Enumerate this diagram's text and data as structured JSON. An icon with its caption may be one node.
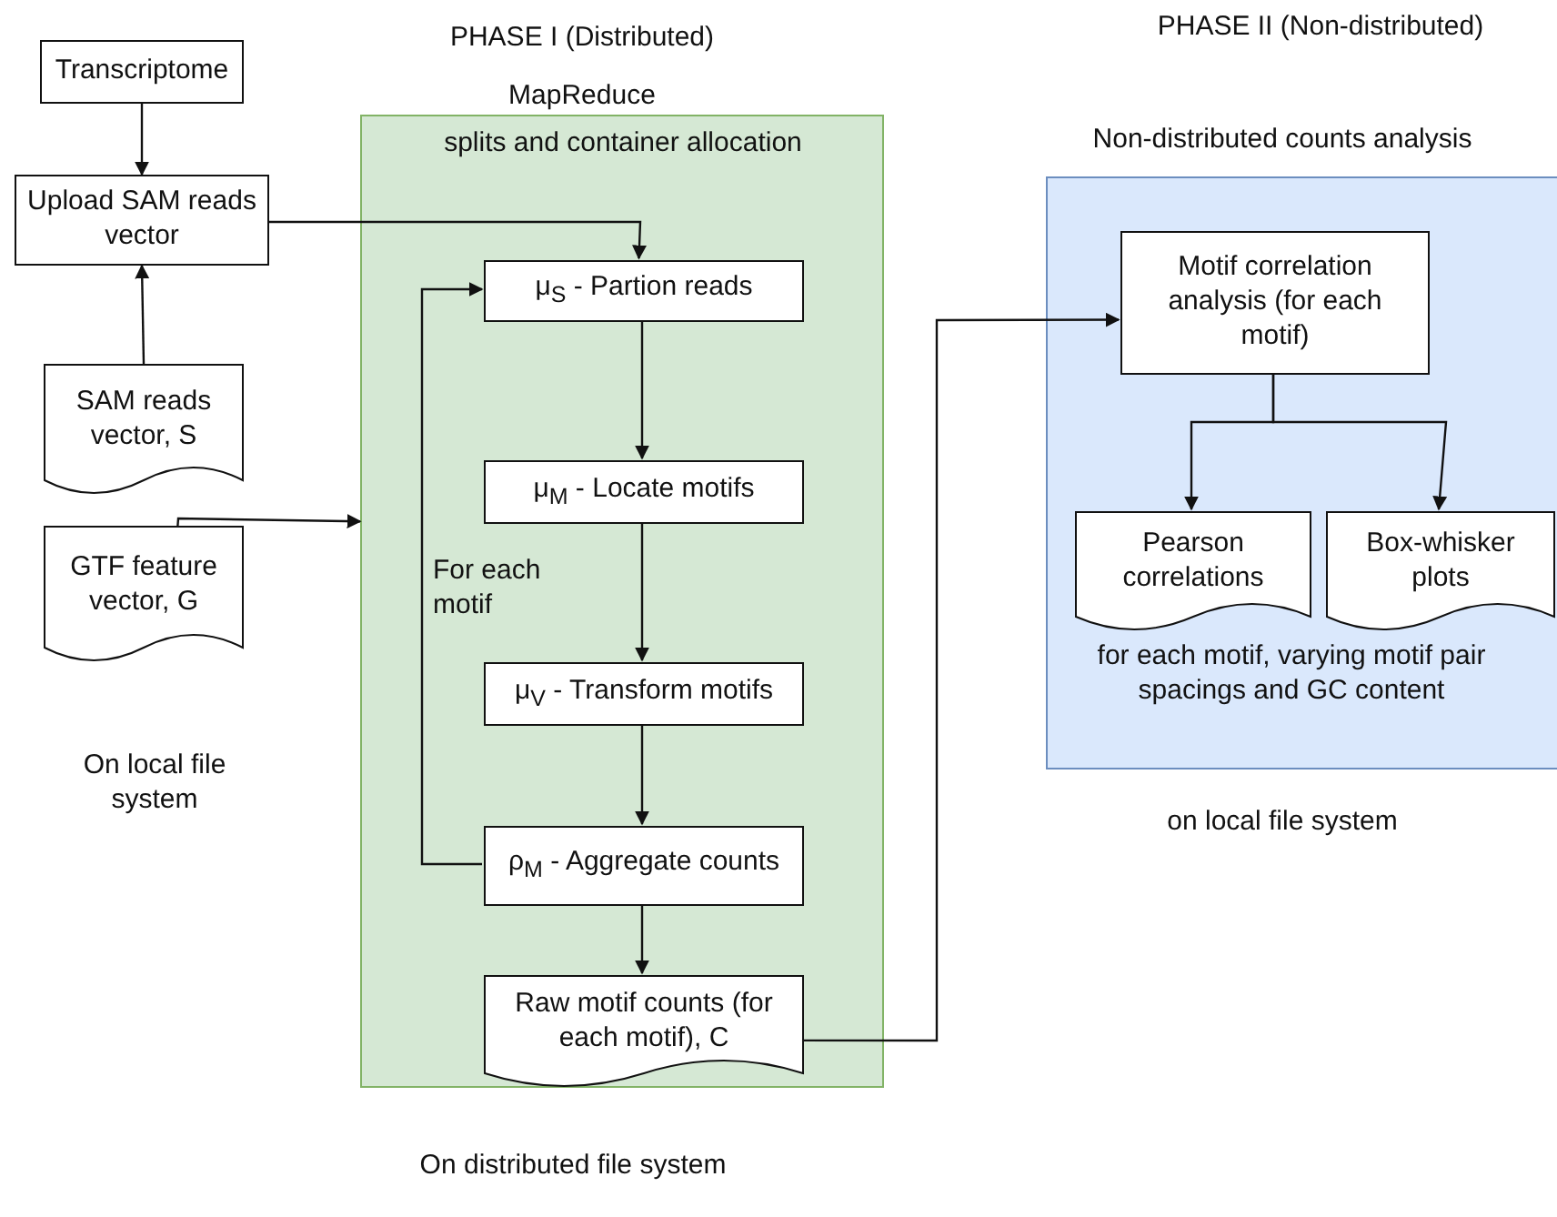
{
  "diagram": {
    "nodes": [
      {
        "text": [
          "PHASE I (Distributed)",
          "MapReduce",
          "splits and container allocation"
        ],
        "beside": [
          "On distributed file system"
        ]
      },
      {
        "text": [
          "PHASE II (Non-distributed)",
          "Non-distributed counts analysis"
        ],
        "beside": [
          "on local file system"
        ]
      },
      {
        "text": [
          "Transcriptome"
        ]
      },
      {
        "text": [
          "Upload SAM reads vector"
        ]
      },
      {
        "text": [
          "SAM reads vector, S"
        ]
      },
      {
        "text": [
          "GTF feature vector, G"
        ],
        "beside": [
          "On local file system"
        ]
      },
      {
        "text": [
          "μ$_{S}$ - Partion reads"
        ],
        "in": 0
      },
      {
        "text": [
          "μ$_{M}$ - Locate motifs"
        ],
        "in": 0
      },
      {
        "text": [
          "μ$_{V}$ - Transform motifs"
        ],
        "in": 0
      },
      {
        "text": [
          "ρ$_{M}$ - Aggregate counts"
        ],
        "in": 0
      },
      {
        "text": [
          "Raw motif counts (for each motif), C"
        ],
        "in": 0
      },
      {
        "text": [
          "Motif correlation analysis (for each motif)"
        ],
        "in": 1
      },
      {
        "text": [
          "Pearson correlations"
        ],
        "in": 1
      },
      {
        "text": [
          "Box-whisker plots"
        ],
        "in": 1
      }
    ],
    "edges": [
      {
        "from": 2,
        "to": 3,
        "arrow": "to"
      },
      {
        "from": 4,
        "to": 3,
        "arrow": "to"
      },
      {
        "from": 3,
        "to": 6,
        "arrow": "to"
      },
      {
        "from": 5,
        "to": 0,
        "arrow": "to"
      },
      {
        "from": 6,
        "to": 7,
        "arrow": "to"
      },
      {
        "from": 7,
        "to": 8,
        "arrow": "to"
      },
      {
        "from": 8,
        "to": 9,
        "arrow": "to"
      },
      {
        "from": 9,
        "to": 10,
        "arrow": "to"
      },
      {
        "from": 9,
        "to": 6,
        "arrow": "to",
        "label": "For each motif"
      },
      {
        "from": 10,
        "to": 11,
        "arrow": "to"
      },
      {
        "from": 11,
        "to": 12,
        "arrow": "to"
      },
      {
        "from": 11,
        "to": 13,
        "arrow": "to"
      }
    ],
    "labels": [
      "for each motif, varying motif pair spacings and GC content"
    ]
  }
}
